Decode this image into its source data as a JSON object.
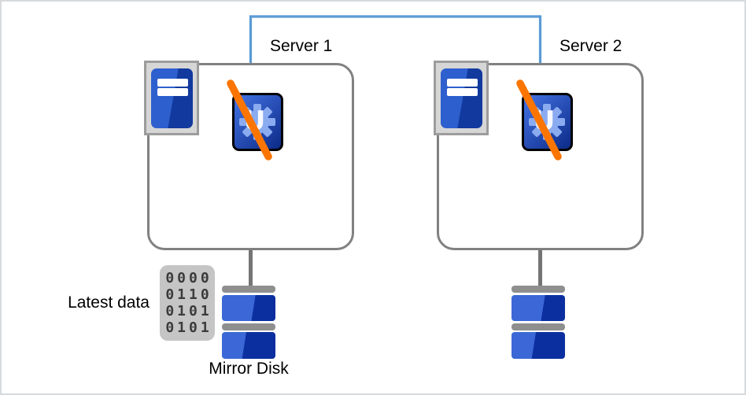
{
  "theme": {
    "frame-border": "#d6dadd",
    "interconnect-blue": "#5b9bd5",
    "box-border": "#818181",
    "square-border": "#9c9c9c",
    "square-fill": "#d6d6d6",
    "tower-light": "#2e5fce",
    "tower-dark": "#123a9e",
    "app-light": "#3e6cdb",
    "app-dark": "#0f2e8c",
    "gear-blue": "#8aabf0",
    "slash-orange": "#fb7500",
    "connector-gray": "#757575",
    "cap-gray": "#8f8f8f",
    "disk-light": "#3b68d6",
    "disk-dark": "#0c2fa0",
    "pad-fill": "#c5c5c5",
    "pad-digit": "#3b3b3b"
  },
  "servers": [
    {
      "label": "Server 1",
      "app_letter": "U"
    },
    {
      "label": "Server 2",
      "app_letter": "U"
    }
  ],
  "annotations": {
    "latest_data": "Latest data",
    "mirror_disk": "Mirror Disk"
  },
  "data_pad": {
    "rows": [
      "0000",
      "0110",
      "0101",
      "0101"
    ]
  }
}
